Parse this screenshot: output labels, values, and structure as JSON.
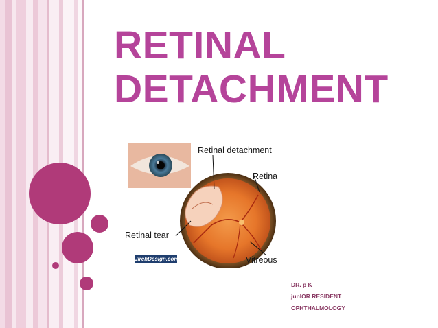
{
  "slide": {
    "title_line1": "RETINAL",
    "title_line2": "DETACHMENT",
    "accent_color": "#b5449a",
    "circle_color": "#b03a79"
  },
  "figure": {
    "labels": {
      "retinal_detachment": "Retinal detachment",
      "retina": "Retina",
      "retinal_tear": "Retinal tear",
      "vitreous": "Vitreous"
    },
    "credit": "JirehDesign.com"
  },
  "author": {
    "name": "DR. p K",
    "position": "junIOR RESIDENT",
    "department": "OPHTHALMOLOGY"
  }
}
